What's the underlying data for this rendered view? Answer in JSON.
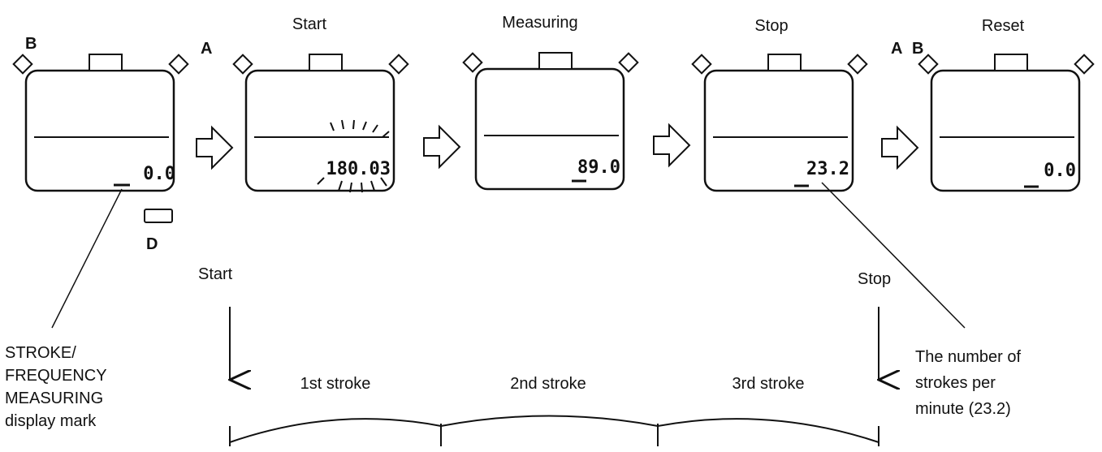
{
  "buttons": {
    "a": "A",
    "b": "B",
    "d": "D"
  },
  "steps": [
    {
      "title": "",
      "display": "0.0"
    },
    {
      "title": "Start",
      "display": "180.03"
    },
    {
      "title": "Measuring",
      "display": "89.0"
    },
    {
      "title": "Stop",
      "display": "23.2"
    },
    {
      "title": "Reset",
      "display": "0.0"
    }
  ],
  "timeline": {
    "start_label": "Start",
    "stop_label": "Stop",
    "strokes": [
      "1st stroke",
      "2nd stroke",
      "3rd stroke"
    ]
  },
  "annotations": {
    "mark_lines": [
      "STROKE/",
      "FREQUENCY",
      "MEASURING",
      "display mark"
    ],
    "rate_lines": [
      "The number of",
      "strokes per",
      "minute (23.2)"
    ]
  }
}
